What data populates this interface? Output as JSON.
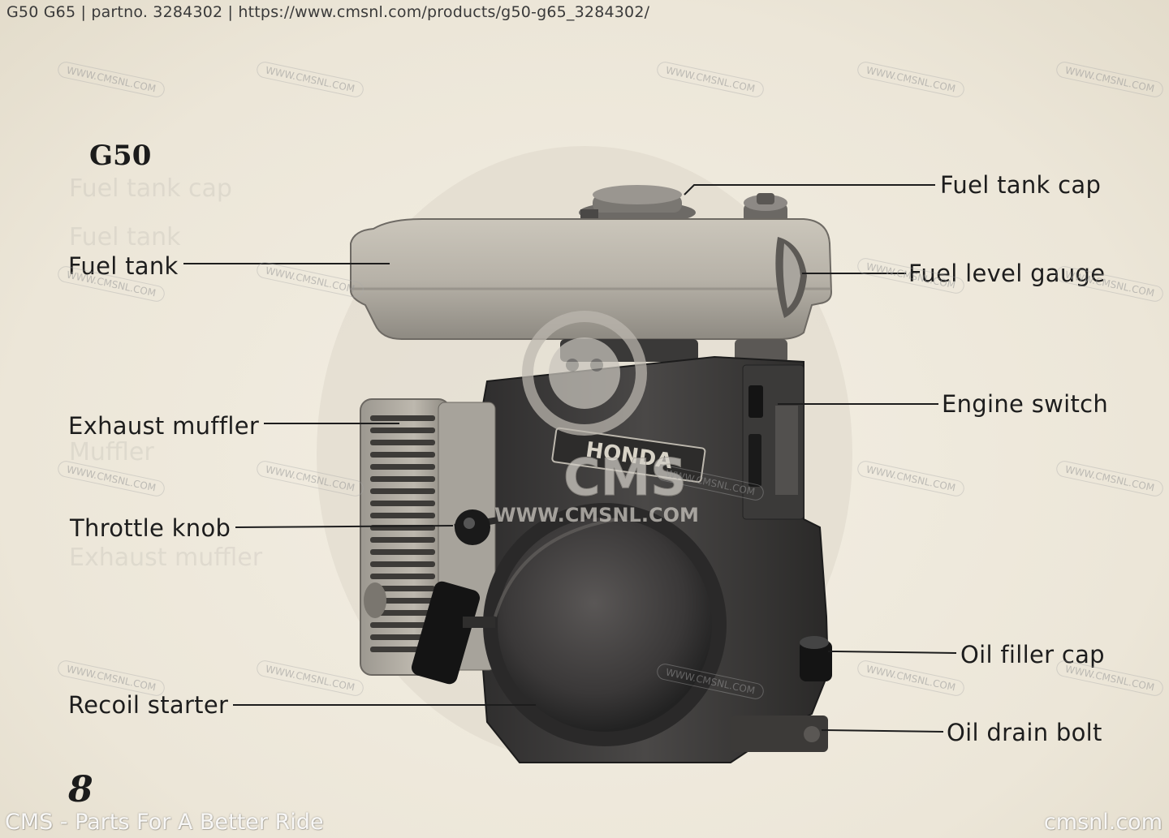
{
  "header": {
    "text": "G50 G65 | partno. 3284302  | https://www.cmsnl.com/products/g50-g65_3284302/"
  },
  "diagram": {
    "model": "G50",
    "page_number": "8",
    "callouts": {
      "fuel_tank_cap": "Fuel tank cap",
      "fuel_tank": "Fuel tank",
      "fuel_level_gauge": "Fuel level gauge",
      "engine_switch": "Engine switch",
      "exhaust_muffler": "Exhaust muffler",
      "throttle_knob": "Throttle knob",
      "oil_filler_cap": "Oil filler cap",
      "recoil_starter": "Recoil starter",
      "oil_drain_bolt": "Oil drain bolt"
    }
  },
  "watermark": {
    "site": "WWW.CMSNL.COM",
    "center_brand": "CMS",
    "center_url": "WWW.CMSNL.COM",
    "engine_brand": "HONDA"
  },
  "footer": {
    "left": "CMS - Parts For A Better Ride",
    "right": "cmsnl.com"
  }
}
